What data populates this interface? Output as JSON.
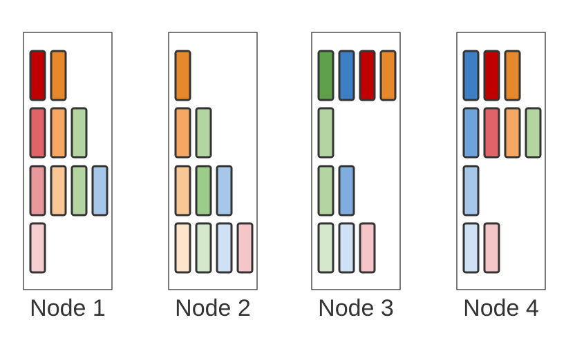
{
  "nodes": [
    {
      "label": "Node 1",
      "rows": [
        [
          "#c00000",
          "#e6882c"
        ],
        [
          "#e0636a",
          "#f5a763",
          "#b3d5a1"
        ],
        [
          "#e9989c",
          "#f9c695",
          "#b3d5a1",
          "#a6c7ea"
        ],
        [
          "#f7cfd1"
        ]
      ]
    },
    {
      "label": "Node 2",
      "rows": [
        [
          "#e6882c"
        ],
        [
          "#f5a763",
          "#b3d5a1"
        ],
        [
          "#f9c695",
          "#9ccb8a",
          "#a6c7ea"
        ],
        [
          "#fde4ca",
          "#d5e8cb",
          "#cfe1f5",
          "#f4c6c8"
        ]
      ]
    },
    {
      "label": "Node 3",
      "rows": [
        [
          "#5fa04a",
          "#3d7fc4",
          "#c00000",
          "#e6882c"
        ],
        [
          "#b3d5a1"
        ],
        [
          "#b3d5a1",
          "#7fadde"
        ],
        [
          "#d5e8cb",
          "#cfe1f5",
          "#f4c6c8"
        ]
      ]
    },
    {
      "label": "Node 4",
      "rows": [
        [
          "#3d7fc4",
          "#c00000",
          "#e6882c"
        ],
        [
          "#6fa3dc",
          "#e0636a",
          "#f5a763",
          "#b3d5a1"
        ],
        [
          "#a6c7ea"
        ],
        [
          "#cfe1f5",
          "#f4c6c8"
        ]
      ]
    }
  ],
  "colors": {
    "box_stroke": "#222222",
    "block_stroke": "#333333",
    "label": "#333333"
  }
}
